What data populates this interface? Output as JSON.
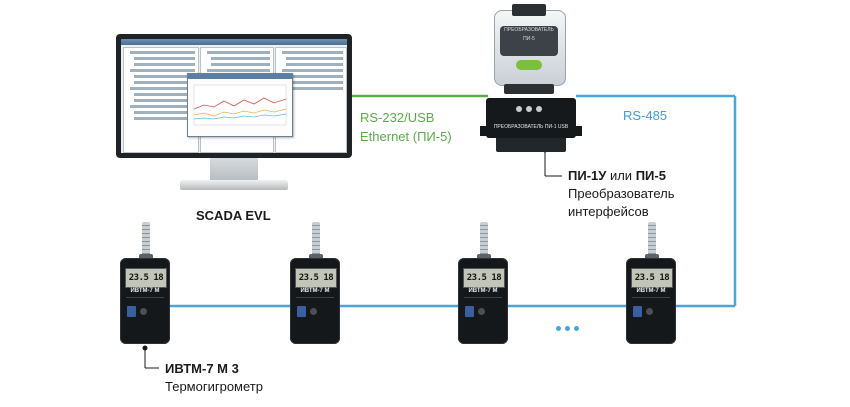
{
  "computer": {
    "label": "SCADA EVL"
  },
  "links": {
    "pc_link_line1": "RS-232/USB",
    "pc_link_line2": "Ethernet (ПИ-5)",
    "bus_label": "RS-485"
  },
  "converter": {
    "name_a": "ПИ-1У",
    "or_word": " или ",
    "name_b": "ПИ-5",
    "desc_line1": "Преобразователь",
    "desc_line2": "интерфейсов",
    "pi5_plate_line1": "ПРЕОБРАЗОВАТЕЛЬ",
    "pi5_plate_line2": "ПИ-5",
    "pi1_label": "ПРЕОБРАЗОВАТЕЛЬ ПИ-1 USB"
  },
  "instrument": {
    "name": "ИВТМ-7 М 3",
    "desc": "Термогигрометр",
    "panel_name": "ИВТМ-7 М",
    "display": [
      "23.5",
      "18"
    ]
  },
  "colors": {
    "green_line": "#5bab4a",
    "blue_line": "#4aa6d8",
    "node_dot": "#1a1a1a"
  }
}
